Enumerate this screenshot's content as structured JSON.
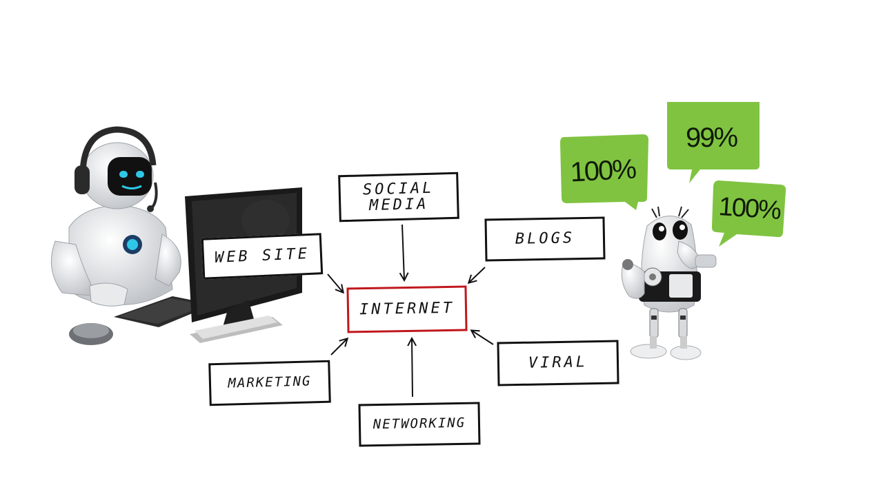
{
  "diagram": {
    "center": {
      "label": "INTERNET"
    },
    "nodes": [
      {
        "id": "social-media",
        "label": "SOCIAL\nMEDIA"
      },
      {
        "id": "website",
        "label": "WEB SITE"
      },
      {
        "id": "blogs",
        "label": "BLOGS"
      },
      {
        "id": "marketing",
        "label": "MARKETING"
      },
      {
        "id": "networking",
        "label": "NETWORKING"
      },
      {
        "id": "viral",
        "label": "VIRAL"
      }
    ]
  },
  "bubbles": [
    {
      "id": "bubble-left",
      "text": "100%"
    },
    {
      "id": "bubble-top",
      "text": "99%"
    },
    {
      "id": "bubble-right",
      "text": "100%"
    }
  ],
  "colors": {
    "bubble_green": "#80c341",
    "center_border": "#c0171b",
    "robot_eye": "#2fc7e6"
  },
  "icons": [
    "robot-operator-icon",
    "computer-monitor-icon",
    "headset-icon",
    "robot-thinking-icon"
  ]
}
